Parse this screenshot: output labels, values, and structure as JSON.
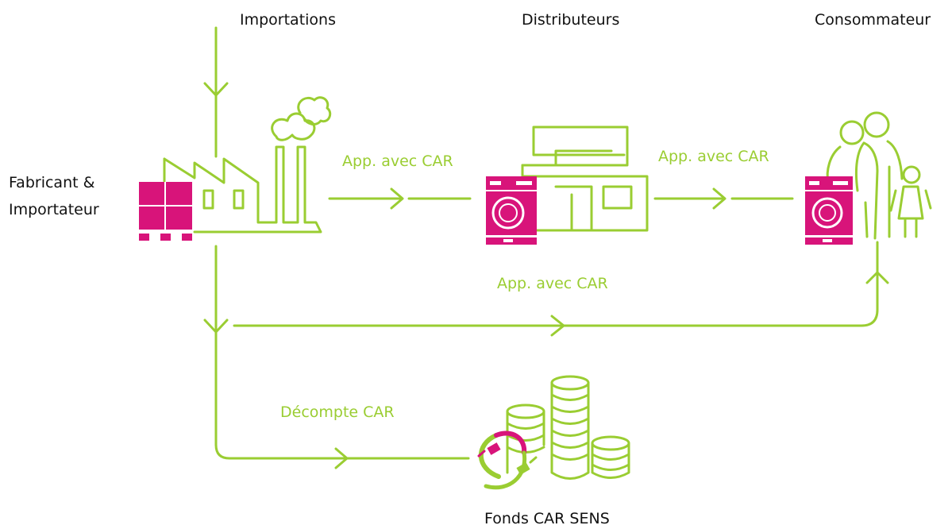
{
  "headers": {
    "imports": "Importations",
    "distributors": "Distributeurs",
    "consumer": "Consommateur"
  },
  "actors": {
    "manufacturer_line1": "Fabricant &",
    "manufacturer_line2": "Importateur",
    "fund": "Fonds CAR SENS"
  },
  "flows": {
    "manufacturer_to_distributor": "App. avec CAR",
    "distributor_to_consumer": "App. avec CAR",
    "manufacturer_to_consumer": "App. avec CAR",
    "manufacturer_to_fund": "Décompte CAR"
  },
  "icons": {
    "pallet": "pallet-icon",
    "factory": "factory-icon",
    "washing_machine": "washing-machine-icon",
    "shop": "shop-icon",
    "family": "family-icon",
    "coins": "coins-icon",
    "plug_logo": "plug-logo-icon"
  },
  "colors": {
    "green": "#9acd32",
    "magenta": "#d8147a",
    "text": "#111111"
  }
}
